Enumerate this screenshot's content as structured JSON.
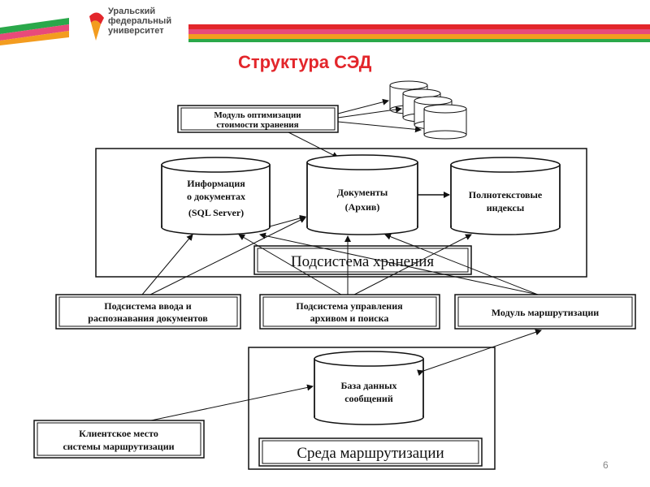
{
  "logo": {
    "line1": "Уральский",
    "line2": "федеральный",
    "line3": "университет"
  },
  "slide": {
    "title": "Структура СЭД",
    "page_number": "6"
  },
  "colors": {
    "title": "#e3262b",
    "band_red": "#e3262b",
    "band_green": "#2aa84a",
    "band_orange": "#f39c1f",
    "band_pink": "#e84a7a"
  },
  "diagram": {
    "storage_optimization_module": [
      "Модуль оптимизации",
      "стоимости хранения"
    ],
    "doc_info_db": [
      "Информация",
      "о документах",
      "(SQL Server)"
    ],
    "documents_db": [
      "Документы",
      "(Архив)"
    ],
    "fulltext_db": [
      "Полнотекстовые",
      "индексы"
    ],
    "storage_subsystem": "Подсистема хранения",
    "input_subsystem": [
      "Подсистема ввода и",
      "распознавания документов"
    ],
    "archive_subsystem": [
      "Подсистема управления",
      "архивом и поиска"
    ],
    "routing_module": "Модуль маршрутизации",
    "message_db": [
      "База данных",
      "сообщений"
    ],
    "client_routing": [
      "Клиентское место",
      "системы маршрутизации"
    ],
    "routing_environment": "Среда маршрутизации"
  }
}
